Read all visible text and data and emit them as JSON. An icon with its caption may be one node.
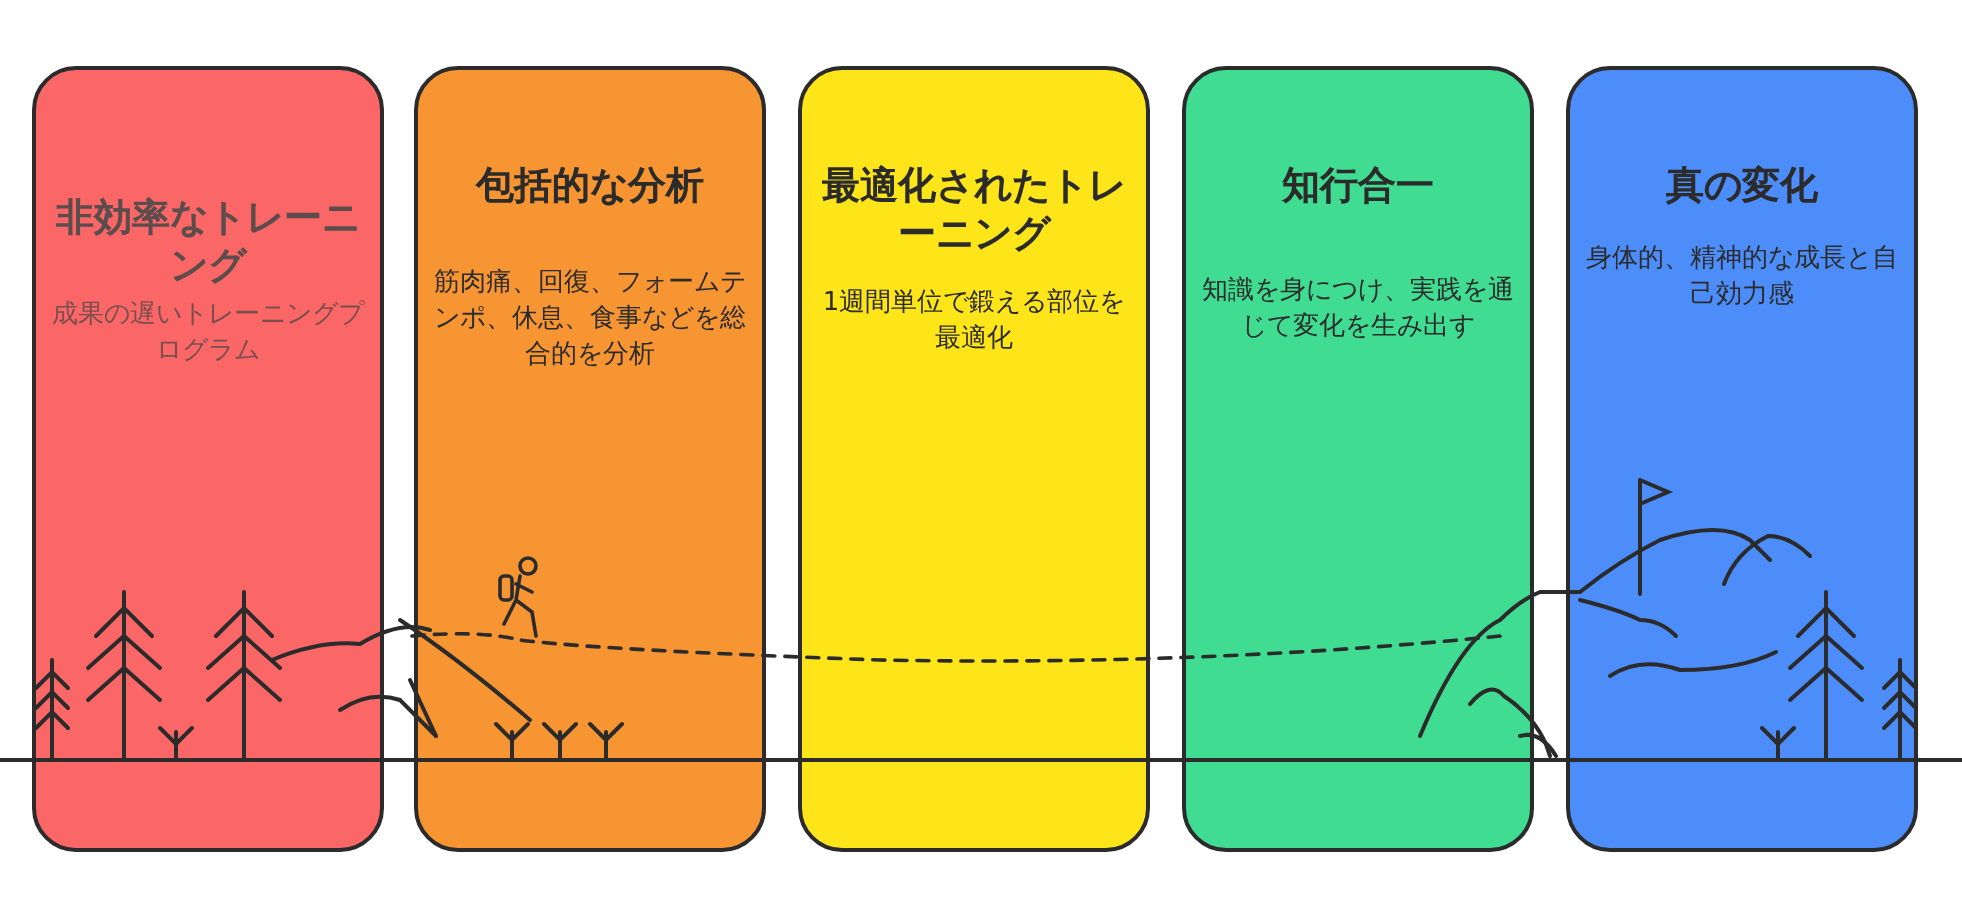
{
  "diagram": {
    "nodes": [
      {
        "text": [
          "非効率なトレーニング",
          "成果の遅いトレーニングプログラム"
        ]
      },
      {
        "text": [
          "包括的な分析",
          "筋肉痛、回復、フォームテンポ、休息、食事などを総合的を分析"
        ]
      },
      {
        "text": [
          "最適化されたトレーニング",
          "1週間単位で鍛える部位を最適化"
        ]
      },
      {
        "text": [
          "知行合一",
          "知識を身につけ、実践を通じて変化を生み出す"
        ]
      },
      {
        "text": [
          "真の変化",
          "身体的、精神的な成長と自己効力感"
        ]
      }
    ]
  }
}
